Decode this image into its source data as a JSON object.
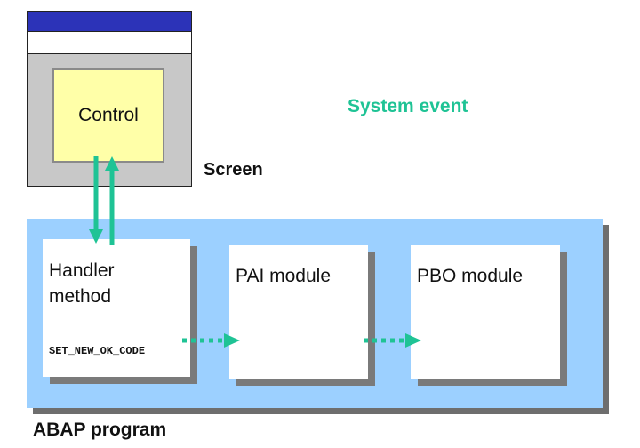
{
  "screen": {
    "control_label": "Control",
    "screen_label": "Screen"
  },
  "system_event_label": "System event",
  "program": {
    "label": "ABAP program",
    "handler": {
      "title_line1": "Handler",
      "title_line2": "method",
      "code": "SET_NEW_OK_CODE"
    },
    "pai": {
      "title": "PAI module"
    },
    "pbo": {
      "title": "PBO module"
    }
  },
  "colors": {
    "accent_green": "#1fc395",
    "program_blue": "#9cd0ff",
    "control_yellow": "#ffffa8",
    "titlebar_blue": "#2c33b8"
  }
}
